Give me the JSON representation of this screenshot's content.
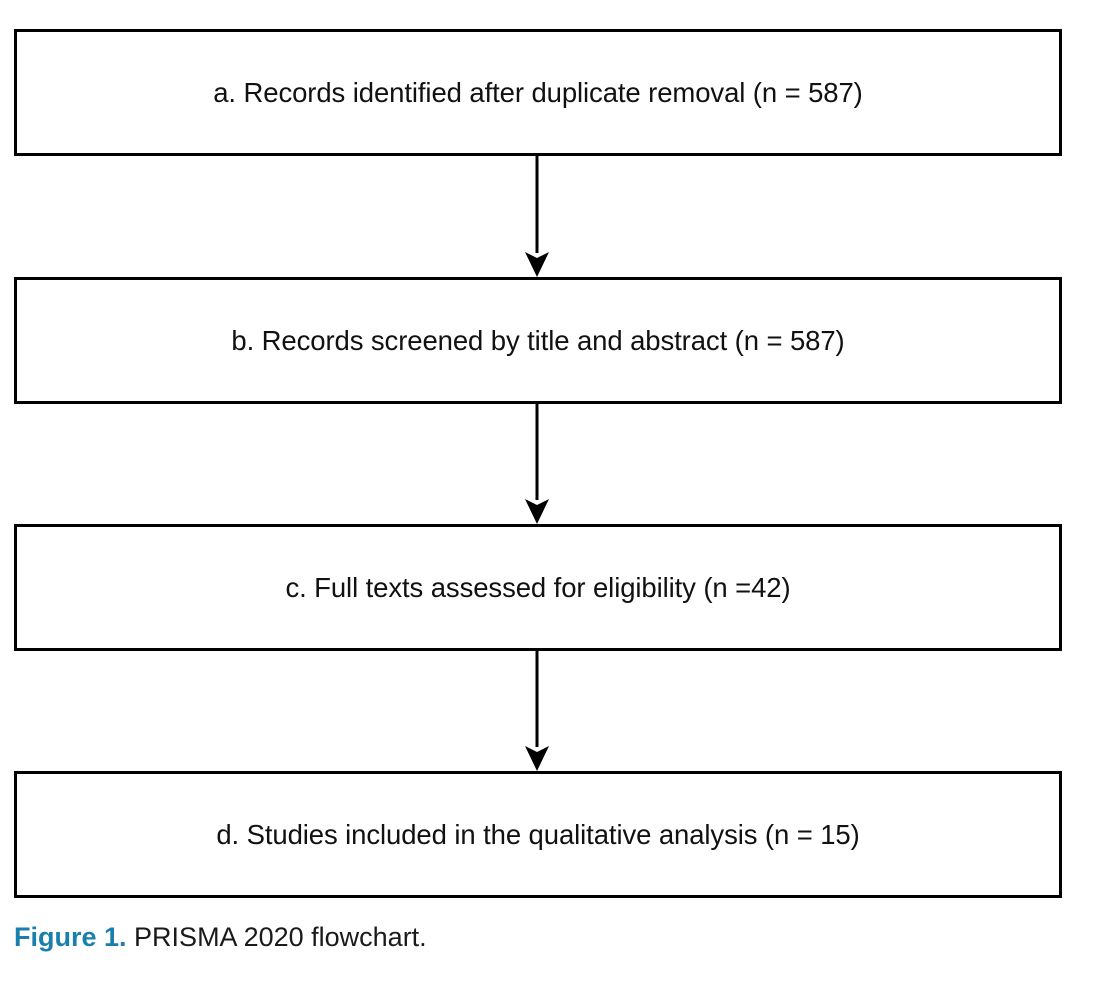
{
  "figure": {
    "type": "prisma-flowchart",
    "caption": {
      "figure_number": "Figure 1.",
      "text": "PRISMA 2020 flowchart.",
      "number_color": "#1b7fad",
      "text_color": "#1a1a1a"
    },
    "style": {
      "box_border_color": "#000000",
      "box_fill_color": "#ffffff",
      "arrow_color": "#000000",
      "background_color": "#ffffff"
    },
    "stages": [
      {
        "id": "a",
        "name": "identification",
        "label": "a. Records identified after duplicate removal (n = 587)",
        "count": 587
      },
      {
        "id": "b",
        "name": "screening",
        "label": "b. Records screened by title and abstract (n = 587)",
        "count": 587
      },
      {
        "id": "c",
        "name": "eligibility",
        "label": "c. Full texts assessed for eligibility (n =42)",
        "count": 42
      },
      {
        "id": "d",
        "name": "included",
        "label": "d. Studies included in the qualitative analysis (n = 15)",
        "count": 15
      }
    ],
    "connectors": [
      {
        "id": "a-b",
        "from": "a",
        "to": "b",
        "direction": "down"
      },
      {
        "id": "b-c",
        "from": "b",
        "to": "c",
        "direction": "down"
      },
      {
        "id": "c-d",
        "from": "c",
        "to": "d",
        "direction": "down"
      }
    ]
  }
}
